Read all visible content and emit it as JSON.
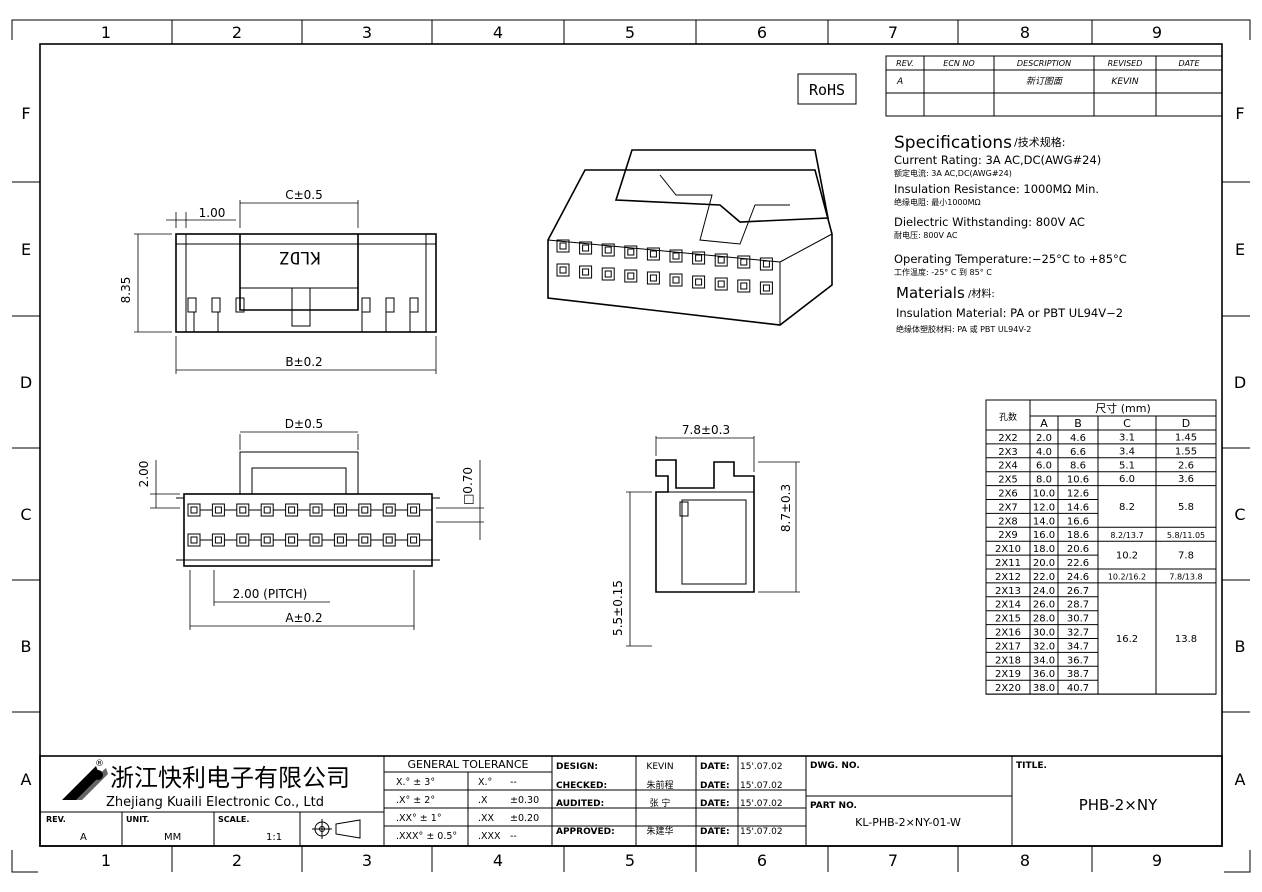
{
  "zones": {
    "columns": [
      "1",
      "2",
      "3",
      "4",
      "5",
      "6",
      "7",
      "8",
      "9"
    ],
    "rows": [
      "F",
      "E",
      "D",
      "C",
      "B",
      "A"
    ]
  },
  "rohs": "RoHS",
  "revision_table": {
    "headers": [
      "REV.",
      "ECN NO",
      "DESCRIPTION",
      "REVISED",
      "DATE"
    ],
    "row": [
      "A",
      "",
      "新订图面",
      "KEVIN",
      ""
    ]
  },
  "specifications": {
    "title": "Specifications",
    "title_cn": "/技术规格:",
    "items": [
      {
        "en": "Current  Rating:  3A  AC,DC(AWG#24)",
        "cn": "额定电流: 3A AC,DC(AWG#24)"
      },
      {
        "en": "Insulation  Resistance:  1000MΩ  Min.",
        "cn": "绝缘电阻: 最小1000MΩ"
      },
      {
        "en": "Dielectric  Withstanding:    800V  AC",
        "cn": "耐电压: 800V AC"
      },
      {
        "en": "Operating  Temperature:−25°C  to  +85°C",
        "cn": "工作温度: -25° C 到 85° C"
      }
    ],
    "materials_title": "Materials",
    "materials_title_cn": "/材料:",
    "materials_en": "Insulation  Material:  PA  or  PBT  UL94V−2",
    "materials_cn": "绝缘体塑胶材料: PA 或 PBT UL94V-2"
  },
  "dimensions": {
    "top_view": {
      "c": "C±0.5",
      "one": "1.00",
      "h": "8.35",
      "b": "B±0.2",
      "brand": "KLDZ"
    },
    "front_view": {
      "d": "D±0.5",
      "two": "2.00",
      "pitch": "2.00 (PITCH)",
      "a": "A±0.2",
      "sq": "□0.70"
    },
    "side_view": {
      "w": "7.8±0.3",
      "h": "8.7±0.3",
      "h2": "5.5±0.15"
    }
  },
  "size_table": {
    "hole_header": "孔数",
    "size_header": "尺寸 (mm)",
    "cols": [
      "A",
      "B",
      "C",
      "D"
    ],
    "rows": [
      [
        "2X2",
        "2.0",
        "4.6"
      ],
      [
        "2X3",
        "4.0",
        "6.6"
      ],
      [
        "2X4",
        "6.0",
        "8.6"
      ],
      [
        "2X5",
        "8.0",
        "10.6"
      ],
      [
        "2X6",
        "10.0",
        "12.6"
      ],
      [
        "2X7",
        "12.0",
        "14.6"
      ],
      [
        "2X8",
        "14.0",
        "16.6"
      ],
      [
        "2X9",
        "16.0",
        "18.6"
      ],
      [
        "2X10",
        "18.0",
        "20.6"
      ],
      [
        "2X11",
        "20.0",
        "22.6"
      ],
      [
        "2X12",
        "22.0",
        "24.6"
      ],
      [
        "2X13",
        "24.0",
        "26.7"
      ],
      [
        "2X14",
        "26.0",
        "28.7"
      ],
      [
        "2X15",
        "28.0",
        "30.7"
      ],
      [
        "2X16",
        "30.0",
        "32.7"
      ],
      [
        "2X17",
        "32.0",
        "34.7"
      ],
      [
        "2X18",
        "34.0",
        "36.7"
      ],
      [
        "2X19",
        "36.0",
        "38.7"
      ],
      [
        "2X20",
        "38.0",
        "40.7"
      ]
    ],
    "cd": [
      {
        "rows": [
          0,
          0
        ],
        "c": "3.1",
        "d": "1.45"
      },
      {
        "rows": [
          1,
          1
        ],
        "c": "3.4",
        "d": "1.55"
      },
      {
        "rows": [
          2,
          2
        ],
        "c": "5.1",
        "d": "2.6"
      },
      {
        "rows": [
          3,
          3
        ],
        "c": "6.0",
        "d": "3.6"
      },
      {
        "rows": [
          4,
          6
        ],
        "c": "8.2",
        "d": "5.8"
      },
      {
        "rows": [
          7,
          7
        ],
        "c": "8.2/13.7",
        "d": "5.8/11.05"
      },
      {
        "rows": [
          8,
          9
        ],
        "c": "10.2",
        "d": "7.8"
      },
      {
        "rows": [
          10,
          10
        ],
        "c": "10.2/16.2",
        "d": "7.8/13.8"
      },
      {
        "rows": [
          11,
          18
        ],
        "c": "16.2",
        "d": "13.8"
      }
    ]
  },
  "title_block": {
    "company_cn": "浙江快利电子有限公司",
    "company_en": "Zhejiang  Kuaili  Electronic  Co.,  Ltd",
    "rev_label": "REV.",
    "rev_value": "A",
    "unit_label": "UNIT.",
    "unit_value": "MM",
    "scale_label": "SCALE.",
    "scale_value": "1:1",
    "tolerance_title": "GENERAL  TOLERANCE",
    "tolerances": [
      [
        "X.° ± 3°",
        "X.°",
        "--"
      ],
      [
        ".X° ± 2°",
        ".X",
        "±0.30"
      ],
      [
        ".XX° ± 1°",
        ".XX",
        "±0.20"
      ],
      [
        ".XXX° ± 0.5°",
        ".XXX",
        "--"
      ]
    ],
    "design_label": "DESIGN:",
    "design": "KEVIN",
    "checked_label": "CHECKED:",
    "checked": "朱前程",
    "audited_label": "AUDITED:",
    "audited": "张  宁",
    "approved_label": "APPROVED:",
    "approved": "朱建华",
    "date_label": "DATE:",
    "date": "15'.07.02",
    "dwg_no_label": "DWG. NO.",
    "part_no_label": "PART NO.",
    "part_no": "KL-PHB-2×NY-01-W",
    "title_label": "TITLE.",
    "title": "PHB-2×NY"
  }
}
